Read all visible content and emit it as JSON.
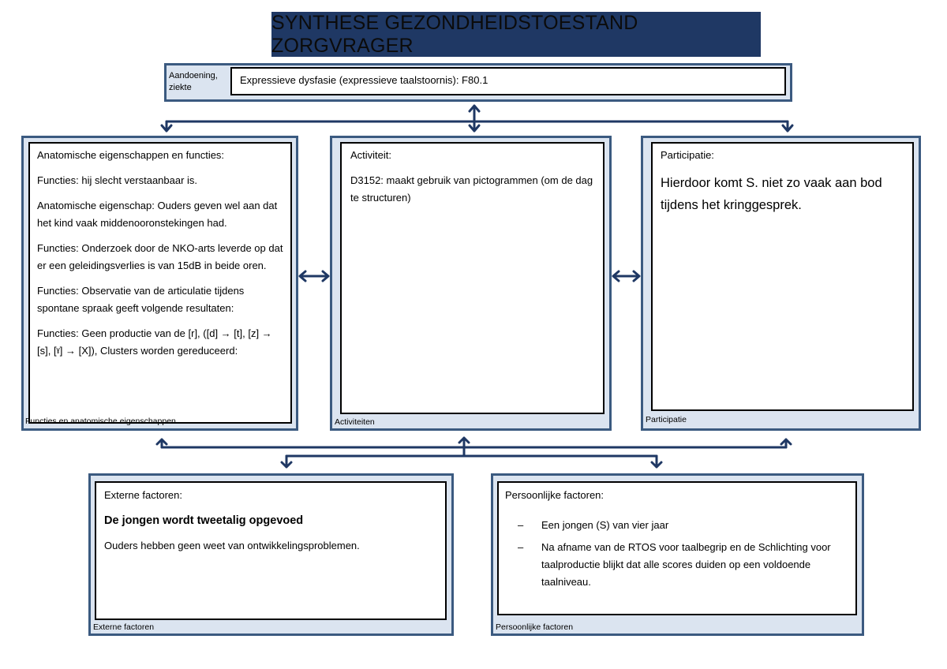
{
  "title": "SYNTHESE GEZONDHEIDSTOESTAND ZORGVRAGER",
  "condition": {
    "label": "Aandoening, ziekte",
    "value": "Expressieve dysfasie (expressieve taalstoornis): F80.1"
  },
  "functions": {
    "heading": "Anatomische eigenschappen en functies:",
    "paragraphs": [
      "Functies: hij slecht verstaanbaar is.",
      "Anatomische eigenschap: Ouders geven wel aan dat het kind vaak middenooronstekingen had.",
      "Functies: Onderzoek door de NKO-arts leverde op dat er een geleidingsverlies is van 15dB in beide oren.",
      "Functies: Observatie van de articulatie tijdens spontane spraak geeft volgende resultaten:",
      "Functies:  Geen productie van de [r],  ([d] → [t], [z] → [s], [ˠ] → [X]), Clusters worden gereduceerd:"
    ],
    "footer": "Functies en anatomische eigenschappen"
  },
  "activities": {
    "heading": "Activiteit:",
    "text": "D3152: maakt gebruik van pictogrammen (om de dag te structuren)",
    "footer": "Activiteiten"
  },
  "participation": {
    "heading": "Participatie:",
    "text": "Hierdoor komt S. niet zo vaak aan bod tijdens het kringgesprek.",
    "footer": "Participatie"
  },
  "external": {
    "heading": "Externe factoren:",
    "bold": "De jongen wordt tweetalig opgevoed",
    "text": "Ouders hebben geen weet van ontwikkelingsproblemen.",
    "footer": "Externe factoren"
  },
  "personal": {
    "heading": "Persoonlijke factoren:",
    "items": [
      "Een jongen (S) van vier jaar",
      "Na afname van de RTOS voor taalbegrip en de Schlichting voor taalproductie blijkt dat alle scores duiden op een voldoende taalniveau."
    ],
    "dash": "–",
    "footer": "Persoonlijke factoren"
  },
  "colors": {
    "title_bg": "#1f3864",
    "box_fill": "#dbe4f0",
    "box_border": "#3b5a80",
    "arrow": "#1f3864"
  }
}
